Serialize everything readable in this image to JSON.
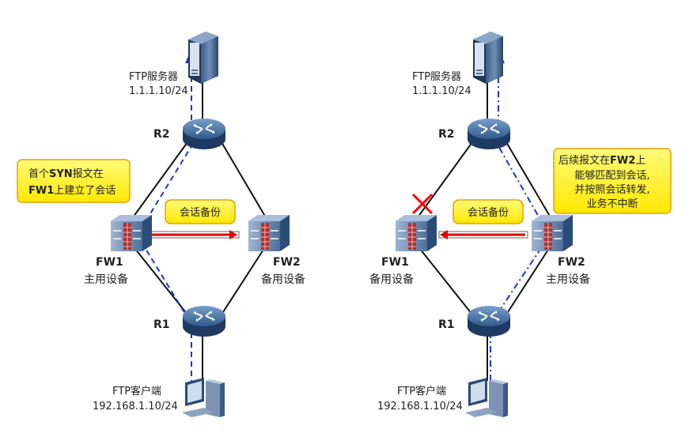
{
  "left": {
    "server_label": "FTP服务器",
    "server_ip": "1.1.1.10/24",
    "r2": "R2",
    "r1": "R1",
    "fw1_name": "FW1",
    "fw1_role": "主用设备",
    "fw2_name": "FW2",
    "fw2_role": "备用设备",
    "callout_line1_prefix": "首个",
    "callout_line1_bold": "SYN",
    "callout_line1_suffix": "报文在",
    "callout_line2_bold": "FW1",
    "callout_line2_suffix": "上建立了会话",
    "backup_label": "会话备份",
    "client_label": "FTP客户端",
    "client_ip": "192.168.1.10/24"
  },
  "right": {
    "server_label": "FTP服务器",
    "server_ip": "1.1.1.10/24",
    "r2": "R2",
    "r1": "R1",
    "fw1_name": "FW1",
    "fw1_role": "备用设备",
    "fw2_name": "FW2",
    "fw2_role": "主用设备",
    "callout_line1_prefix": "后续报文在",
    "callout_line1_bold": "FW2",
    "callout_line1_suffix": "上",
    "callout_line2": "能够匹配到会话,",
    "callout_line3": "并按照会话转发,",
    "callout_line4": "业务不中断",
    "backup_label": "会话备份",
    "client_label": "FTP客户端",
    "client_ip": "192.168.1.10/24"
  },
  "colors": {
    "callout_fill": "#ffff00",
    "callout_border": "#e8a000",
    "flow_line": "#1a33dd",
    "sync_arrow": "#e00000",
    "fail_mark": "#ff0000"
  },
  "icons": [
    "server-icon",
    "router-icon",
    "firewall-icon",
    "pc-icon",
    "failure-x-icon"
  ]
}
